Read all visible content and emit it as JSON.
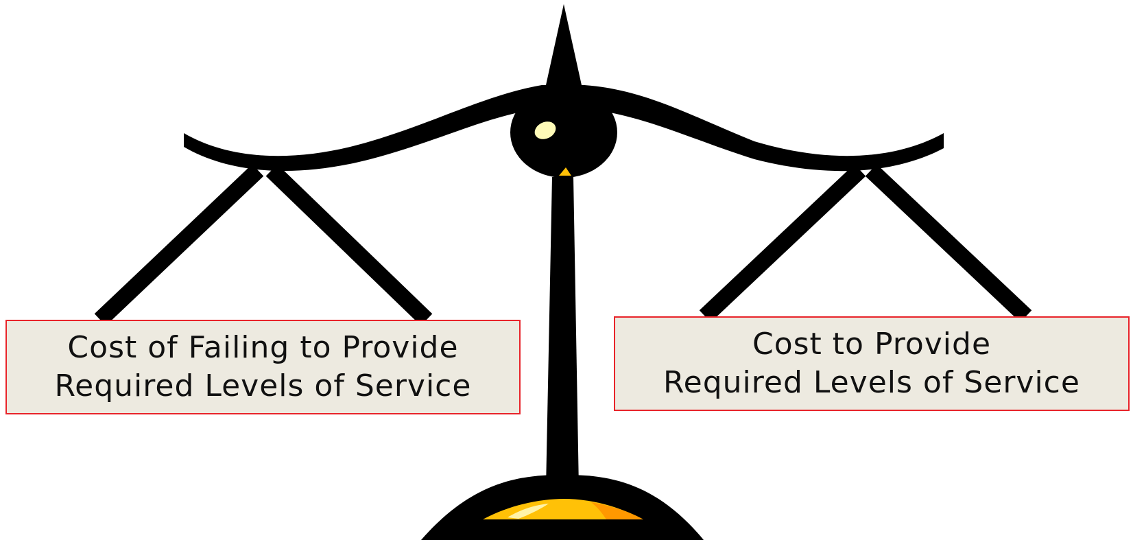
{
  "left_pan": {
    "line1": "Cost of Failing to Provide",
    "line2": "Required Levels of Service"
  },
  "right_pan": {
    "line1": "Cost to Provide",
    "line2": "Required Levels of Service"
  },
  "colors": {
    "scale_body": "#000000",
    "label_background": "#edeae0",
    "label_border": "#e8242a",
    "base_gold": "#ffc107",
    "base_orange": "#ff9800",
    "highlight": "#fffbb8"
  },
  "icons": {
    "scale": "balance-scale-icon"
  }
}
